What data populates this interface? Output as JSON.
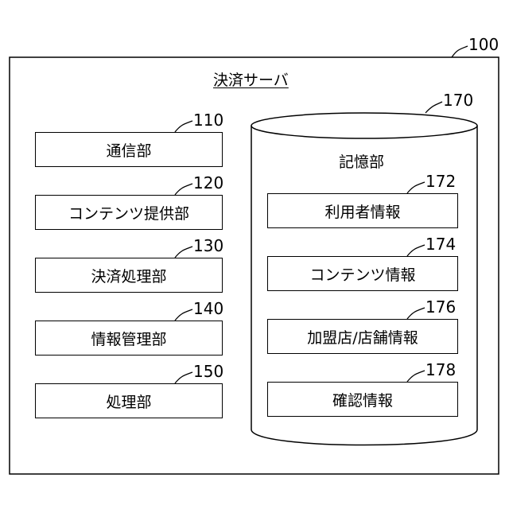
{
  "server": {
    "ref": "100",
    "title": "決済サーバ"
  },
  "left_units": [
    {
      "ref": "110",
      "label": "通信部"
    },
    {
      "ref": "120",
      "label": "コンテンツ提供部"
    },
    {
      "ref": "130",
      "label": "決済処理部"
    },
    {
      "ref": "140",
      "label": "情報管理部"
    },
    {
      "ref": "150",
      "label": "処理部"
    }
  ],
  "storage": {
    "ref": "170",
    "label": "記憶部",
    "items": [
      {
        "ref": "172",
        "label": "利用者情報"
      },
      {
        "ref": "174",
        "label": "コンテンツ情報"
      },
      {
        "ref": "176",
        "label": "加盟店/店舗情報"
      },
      {
        "ref": "178",
        "label": "確認情報"
      }
    ]
  }
}
